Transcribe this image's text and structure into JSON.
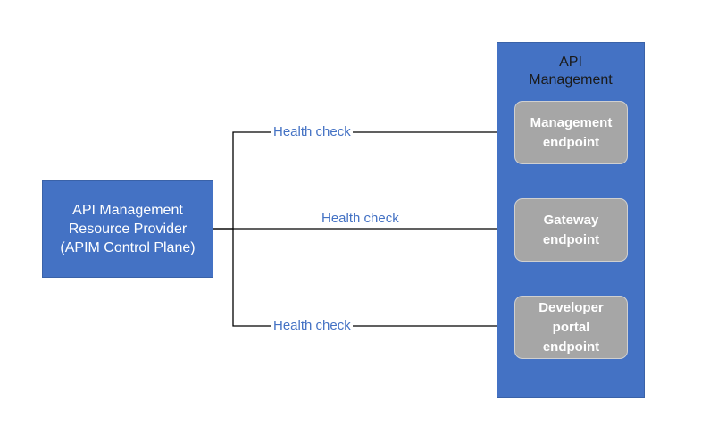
{
  "provider": {
    "lines": [
      "API Management",
      "Resource Provider",
      "(APIM Control Plane)"
    ]
  },
  "apim": {
    "title_lines": [
      "API",
      "Management"
    ],
    "endpoints": [
      {
        "lines": [
          "Management",
          "endpoint"
        ]
      },
      {
        "lines": [
          "Gateway",
          "endpoint"
        ]
      },
      {
        "lines": [
          "Developer",
          "portal",
          "endpoint"
        ]
      }
    ]
  },
  "connections": [
    {
      "label": "Health check"
    },
    {
      "label": "Health check"
    },
    {
      "label": "Health check"
    }
  ],
  "colors": {
    "box_blue": "#4472c4",
    "endpoint_gray": "#a6a6a6",
    "label_blue": "#4472c4",
    "line": "#000000"
  }
}
